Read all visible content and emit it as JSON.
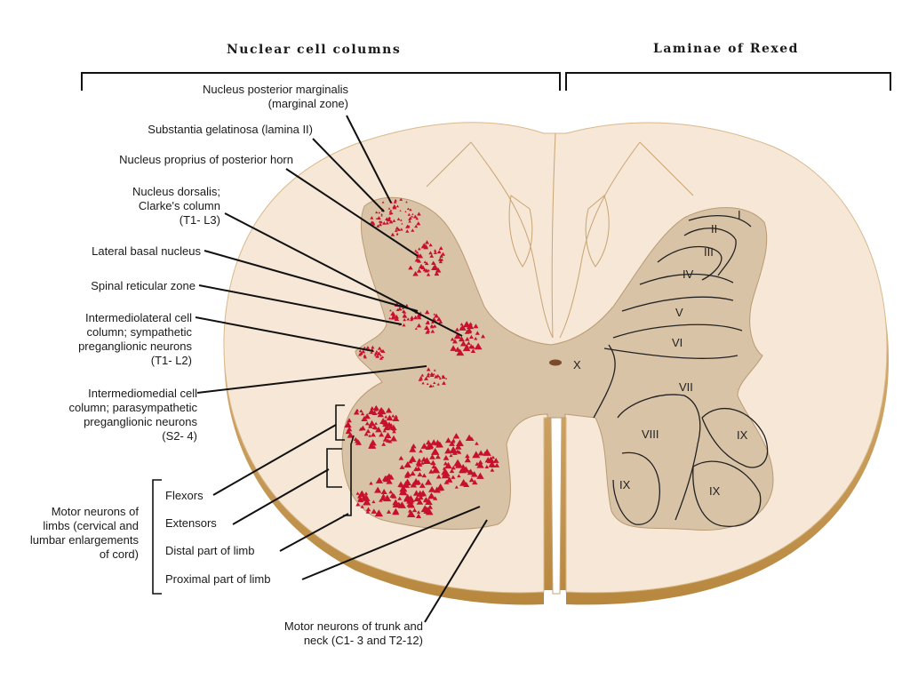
{
  "headers": {
    "nuclear": "Nuclear cell columns",
    "laminae": "Laminae of Rexed"
  },
  "labels": {
    "marginalis": "Nucleus posterior marginalis\n(marginal zone)",
    "gelatinosa": "Substantia gelatinosa (lamina II)",
    "proprius": "Nucleus proprius of posterior horn",
    "dorsalis": "Nucleus dorsalis;\nClarke's column\n(T1- L3)",
    "lateral_basal": "Lateral basal nucleus",
    "reticular": "Spinal reticular zone",
    "intermediolateral": "Intermediolateral cell\ncolumn; sympathetic\npreganglionic neurons\n(T1- L2)",
    "intermediomedial": "Intermediomedial cell\ncolumn; parasympathetic\npreganglionic neurons\n(S2- 4)",
    "motor_limbs": "Motor neurons of\nlimbs (cervical and\nlumbar enlargements\nof cord)",
    "flexors": "Flexors",
    "extensors": "Extensors",
    "distal": "Distal part of limb",
    "proximal": "Proximal part of limb",
    "trunk": "Motor neurons of trunk and\nneck (C1- 3 and T2-12)"
  },
  "laminae": {
    "I": "I",
    "II": "II",
    "III": "III",
    "IV": "IV",
    "V": "V",
    "VI": "VI",
    "VII": "VII",
    "VIII": "VIII",
    "IX_a": "IX",
    "IX_b": "IX",
    "IX_c": "IX",
    "X": "X"
  },
  "colors": {
    "white_matter": "#f6e7d6",
    "gray_matter": "#d9c3a7",
    "cell_red": "#c8102e",
    "outline": "#c99a62",
    "line": "#111111"
  }
}
